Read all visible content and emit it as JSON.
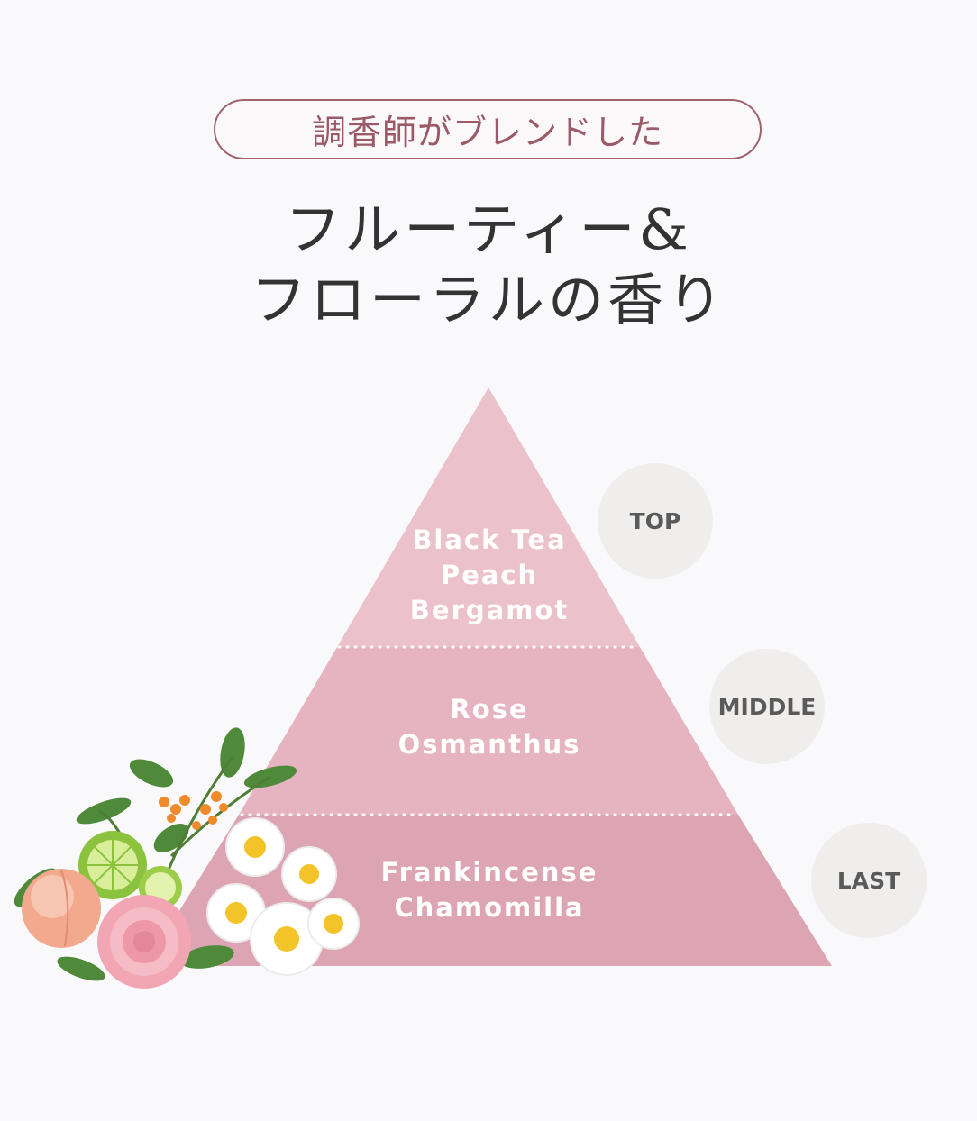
{
  "header": {
    "pill_label": "調香師がブレンドした",
    "title_line1": "フルーティー&",
    "title_line2": "フローラルの香り"
  },
  "pyramid": {
    "tiers": [
      {
        "badge": "TOP",
        "notes": [
          "Black Tea",
          "Peach",
          "Bergamot"
        ]
      },
      {
        "badge": "MIDDLE",
        "notes": [
          "Rose",
          "Osmanthus"
        ]
      },
      {
        "badge": "LAST",
        "notes": [
          "Frankincense",
          "Chamomilla"
        ]
      }
    ],
    "colors": {
      "top": "#ebc2cb",
      "middle": "#e6b4c0",
      "last": "#dda5b3",
      "badge": "#f0eeec"
    }
  },
  "illustration": {
    "icon": "fruit-and-flower-bouquet-icon"
  }
}
